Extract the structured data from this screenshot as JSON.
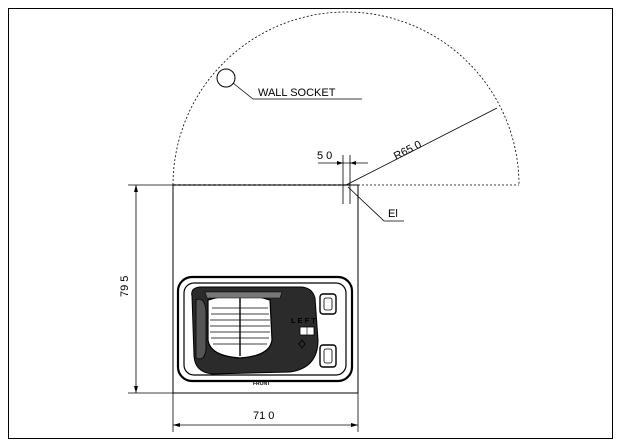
{
  "labels": {
    "wall_socket": "WALL SOCKET",
    "radius": "R65 0",
    "offset": "5 0",
    "el": "El",
    "depth": "79 5",
    "width": "71 0",
    "side": "L E F T",
    "front": "FRONT"
  }
}
